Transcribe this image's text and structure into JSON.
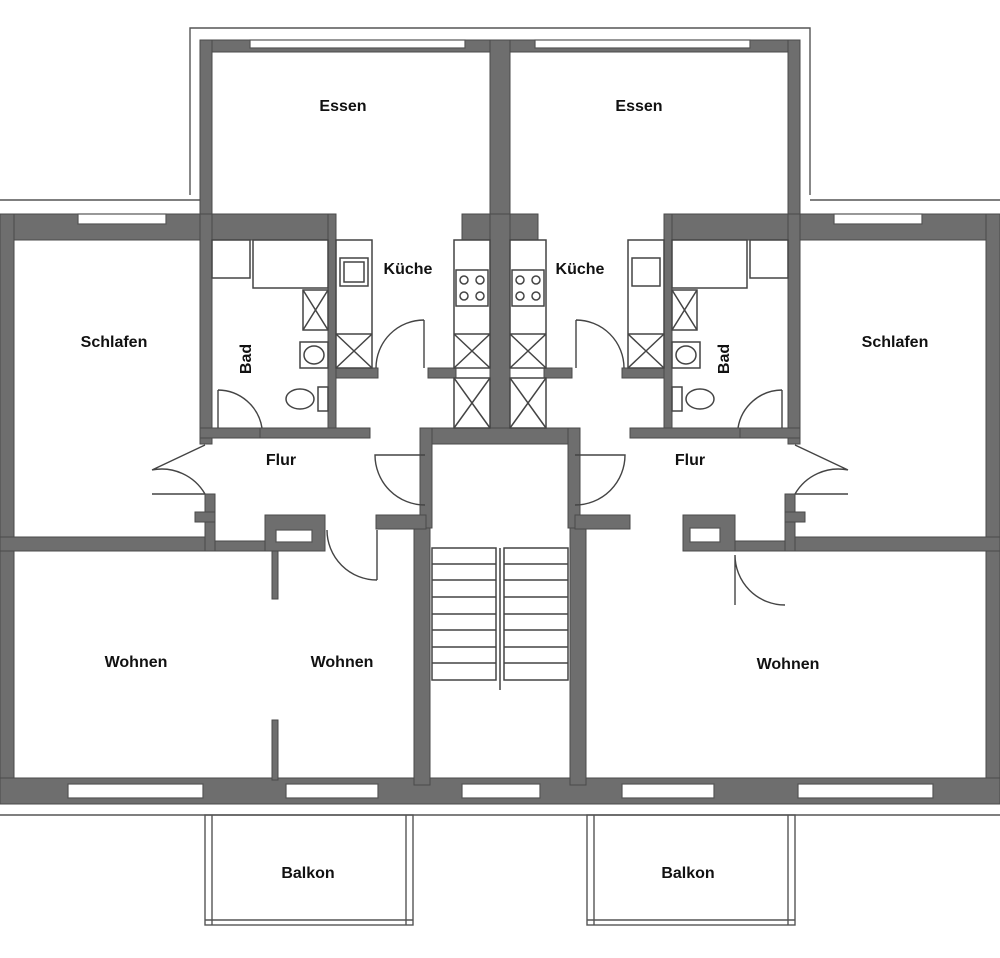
{
  "rooms": {
    "essen_left": "Essen",
    "essen_right": "Essen",
    "kueche_left": "Küche",
    "kueche_right": "Küche",
    "schlafen_left": "Schlafen",
    "schlafen_right": "Schlafen",
    "bad_left": "Bad",
    "bad_right": "Bad",
    "flur_left": "Flur",
    "flur_right": "Flur",
    "wohnen_left_a": "Wohnen",
    "wohnen_left_b": "Wohnen",
    "wohnen_right": "Wohnen",
    "balkon_left": "Balkon",
    "balkon_right": "Balkon"
  },
  "colors": {
    "wall": "#6e6e6e",
    "line": "#444444",
    "background": "#ffffff"
  }
}
